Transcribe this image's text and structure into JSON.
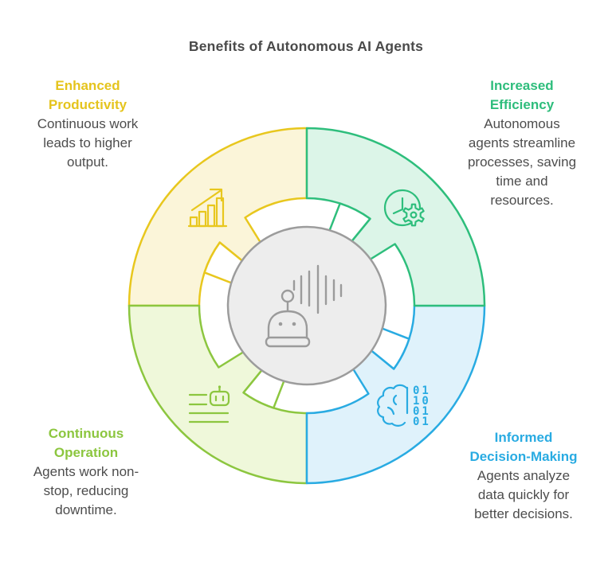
{
  "title": "Benefits of Autonomous AI Agents",
  "diagram": {
    "center_icon": "robot-voice-waveform",
    "center_circle_color": "#EDEDED",
    "text_color": "#4D4D4D",
    "quadrants": [
      {
        "name": "Enhanced Productivity",
        "position": "top-left",
        "accent_color": "#E5C41D",
        "stroke_color": "#E8C71E",
        "fill_color": "#FBF5D9",
        "icon": "growth-chart-icon",
        "heading_lines": [
          "Enhanced",
          "Productivity"
        ],
        "body_lines": [
          "Continuous work",
          "leads to higher",
          "output."
        ]
      },
      {
        "name": "Increased Efficiency",
        "position": "top-right",
        "accent_color": "#2EBD7C",
        "stroke_color": "#2EBE7C",
        "fill_color": "#DCF5E8",
        "icon": "clock-gear-icon",
        "heading_lines": [
          "Increased",
          "Efficiency"
        ],
        "body_lines": [
          "Autonomous",
          "agents streamline",
          "processes, saving",
          "time and",
          "resources."
        ]
      },
      {
        "name": "Continuous Operation",
        "position": "bottom-left",
        "accent_color": "#8CC63F",
        "stroke_color": "#8CC63F",
        "fill_color": "#EFF8DA",
        "icon": "checklist-robot-icon",
        "heading_lines": [
          "Continuous",
          "Operation"
        ],
        "body_lines": [
          "Agents work non-",
          "stop, reducing",
          "downtime."
        ]
      },
      {
        "name": "Informed Decision-Making",
        "position": "bottom-right",
        "accent_color": "#29ABE2",
        "stroke_color": "#29ABE2",
        "fill_color": "#DFF2FB",
        "icon": "brain-binary-icon",
        "icon_binary_rows": [
          "01",
          "10",
          "01",
          "01"
        ],
        "heading_lines": [
          "Informed",
          "Decision-Making"
        ],
        "body_lines": [
          "Agents analyze",
          "data quickly for",
          "better decisions."
        ]
      }
    ]
  }
}
